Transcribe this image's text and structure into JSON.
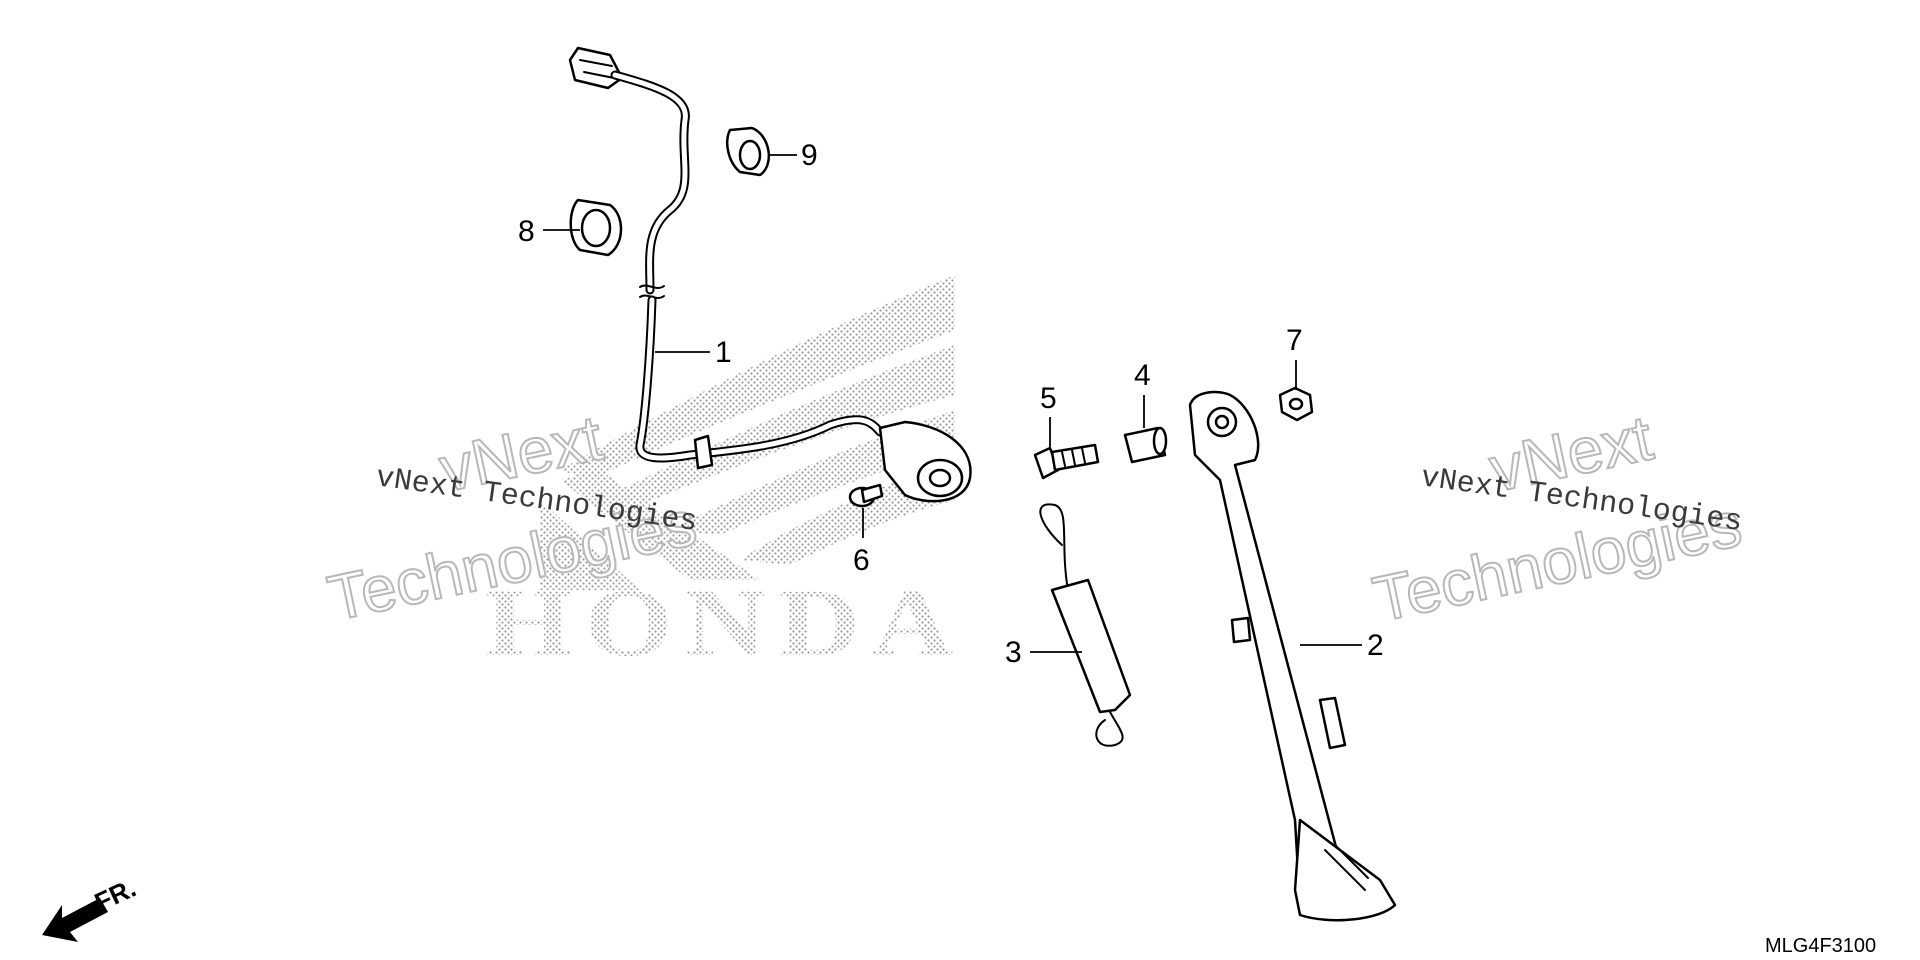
{
  "callouts": [
    {
      "id": "1",
      "label": "1"
    },
    {
      "id": "2",
      "label": "2"
    },
    {
      "id": "3",
      "label": "3"
    },
    {
      "id": "4",
      "label": "4"
    },
    {
      "id": "5",
      "label": "5"
    },
    {
      "id": "6",
      "label": "6"
    },
    {
      "id": "7",
      "label": "7"
    },
    {
      "id": "8",
      "label": "8"
    },
    {
      "id": "9",
      "label": "9"
    }
  ],
  "watermarks": {
    "company_line": "vNext Technologies",
    "outline_word_1": "vNext",
    "outline_word_2": "Technologies",
    "brand": "HONDA"
  },
  "direction_label": "FR.",
  "diagram_code": "MLG4F3100",
  "icons": [
    "front-direction-arrow-icon"
  ]
}
